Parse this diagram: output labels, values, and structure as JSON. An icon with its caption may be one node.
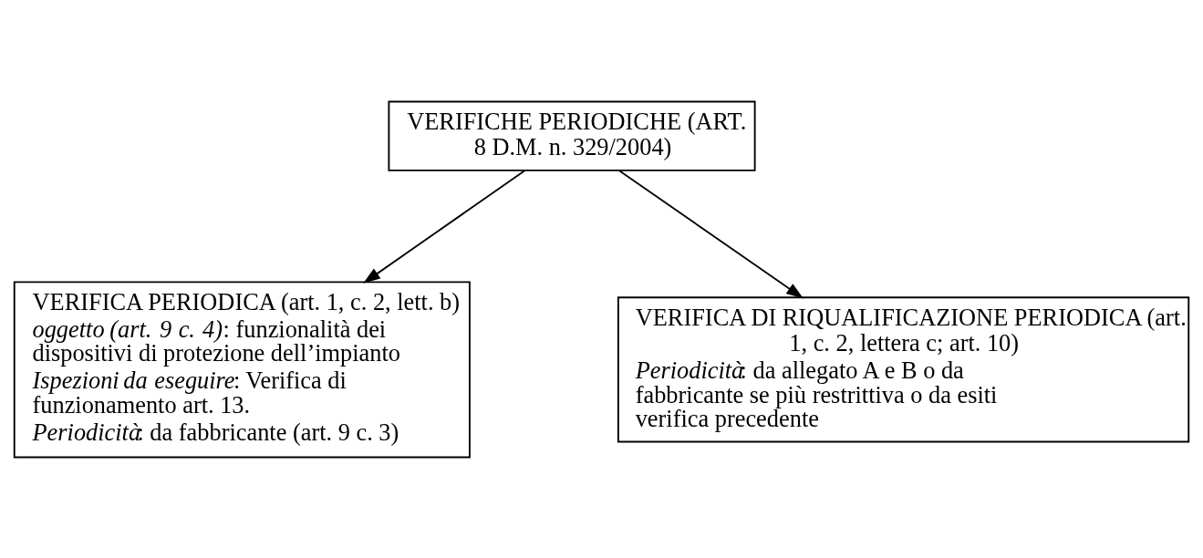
{
  "diagram": {
    "nodes": [
      {
        "text": [
          "VERIFICHE PERIODICHE (ART. 8 D.M. n. 329/2004)"
        ]
      },
      {
        "text": [
          "VERIFICA PERIODICA (art. 1, c. 2, lett. b)",
          "*oggetto (art. 9 c. 4)*: funzionalità dei dispositivi di protezione dell’impianto",
          "*Ispezioni da eseguire*: Verifica di funzionamento art. 13.",
          "*Periodicità*: da fabbricante (art. 9 c. 3)"
        ]
      },
      {
        "text": [
          "VERIFICA DI RIQUALIFICAZIONE PERIODICA (art. 1, c. 2, lettera c; art. 10)",
          "*Periodicità*: da allegato A e B o da fabbricante se più restrittiva o da esiti verifica precedente"
        ]
      }
    ],
    "edges": [
      {
        "from": 0,
        "to": 1,
        "arrow": "to"
      },
      {
        "from": 0,
        "to": 2,
        "arrow": "to"
      }
    ]
  }
}
